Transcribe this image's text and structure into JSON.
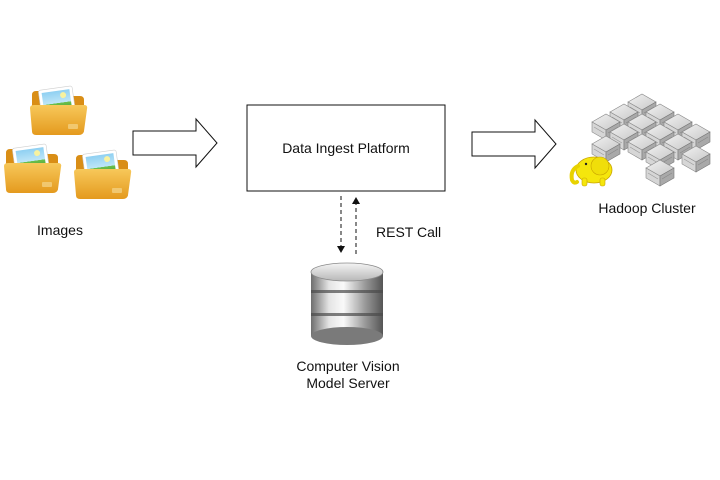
{
  "nodes": {
    "images": {
      "label": "Images",
      "icon": "image-folder-icon"
    },
    "platform": {
      "label": "Data Ingest Platform"
    },
    "hadoop": {
      "label": "Hadoop Cluster",
      "icon": "server-cluster-icon",
      "mascot": "hadoop-elephant-icon"
    },
    "cv_server": {
      "label_line1": "Computer Vision",
      "label_line2": "Model Server",
      "icon": "database-icon"
    }
  },
  "edges": {
    "rest_call": {
      "label": "REST Call",
      "style": "dashed"
    }
  },
  "colors": {
    "folder": "#f2b33d",
    "folder_dark": "#d98e16",
    "elephant": "#f5e60c",
    "server": "#c9c9c9",
    "stroke": "#111111"
  }
}
